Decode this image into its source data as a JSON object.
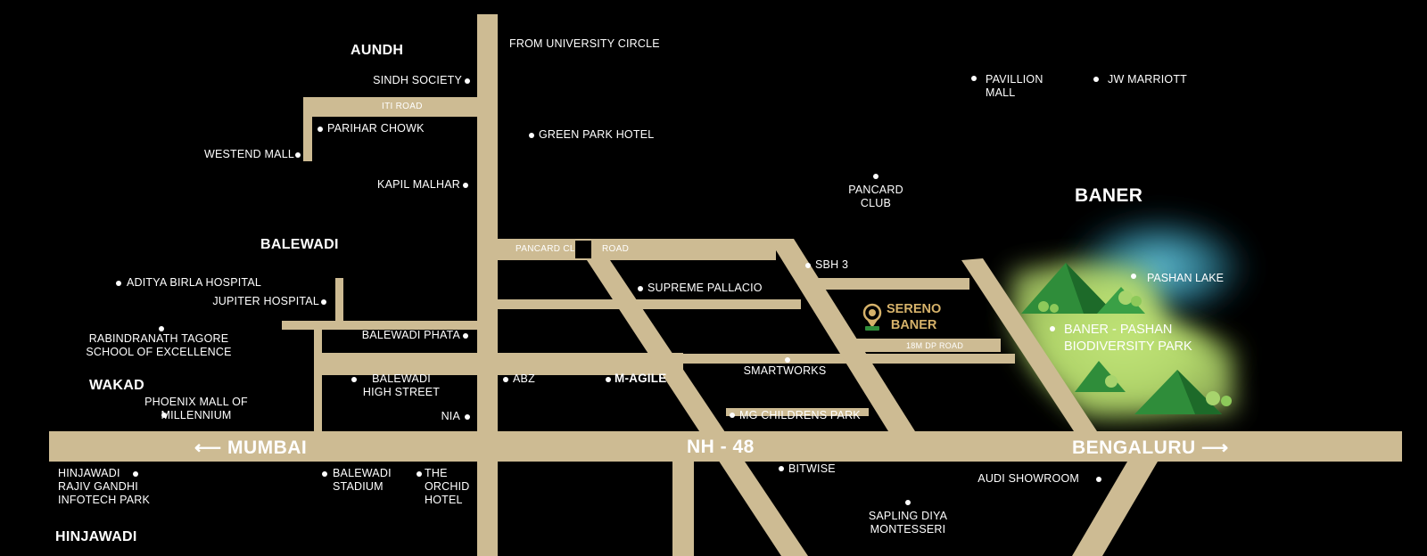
{
  "areas": {
    "aundh": "AUNDH",
    "balewadi": "BALEWADI",
    "wakad": "WAKAD",
    "hinjawadi": "HINJAWADI",
    "baner": "BANER"
  },
  "cities": {
    "mumbai": "MUMBAI",
    "nh48": "NH - 48",
    "bengaluru": "BENGALURU"
  },
  "roads": {
    "iti": "ITI ROAD",
    "pancard_a": "PANCARD CL",
    "pancard_b": "ROAD",
    "dp18m": "18M DP ROAD"
  },
  "project": {
    "name_line1": "SERENO",
    "name_line2": "BANER",
    "icon": "location-pin-icon",
    "color": "#d6b26a"
  },
  "park": {
    "line1": "BANER - PASHAN",
    "line2": "BIODIVERSITY PARK"
  },
  "lake": "PASHAN LAKE",
  "landmarks": {
    "from_university_circle": "FROM UNIVERSITY CIRCLE",
    "sindh_society": "SINDH SOCIETY",
    "parihar_chowk": "PARIHAR CHOWK",
    "westend_mall": "WESTEND MALL",
    "green_park_hotel": "GREEN PARK HOTEL",
    "kapil_malhar": "KAPIL MALHAR",
    "pavillion_mall": "PAVILLION\nMALL",
    "jw_marriott": "JW MARRIOTT",
    "pancard_club": "PANCARD\nCLUB",
    "sbh3": "SBH 3",
    "aditya_birla": "ADITYA BIRLA HOSPITAL",
    "jupiter": "JUPITER HOSPITAL",
    "supreme_pallacio": "SUPREME PALLACIO",
    "rabindranath": "RABINDRANATH TAGORE\nSCHOOL OF EXCELLENCE",
    "balewadi_phata": "BALEWADI PHATA",
    "balewadi_high_street": "BALEWADI\nHIGH STREET",
    "abz": "ABZ",
    "m_agile": "M-AGILE",
    "smartworks": "SMARTWORKS",
    "phoenix": "PHOENIX MALL OF\nMILLENNIUM",
    "nia": "NIA",
    "mg_childrens_park": "MG CHILDRENS PARK",
    "hinjawadi_park": "HINJAWADI\nRAJIV GANDHI\nINFOTECH PARK",
    "balewadi_stadium": "BALEWADI\nSTADIUM",
    "orchid_hotel": "THE\nORCHID\nHOTEL",
    "bitwise": "BITWISE",
    "audi": "AUDI SHOWROOM",
    "sapling": "SAPLING DIYA\nMONTESSERI"
  },
  "colors": {
    "road": "#cdbb93",
    "background": "#000000",
    "park_glow": "#c8ee7a",
    "lake_glow": "#57c6e0",
    "tree_dark": "#2f8d3a",
    "tree_light": "#8dc95a"
  }
}
